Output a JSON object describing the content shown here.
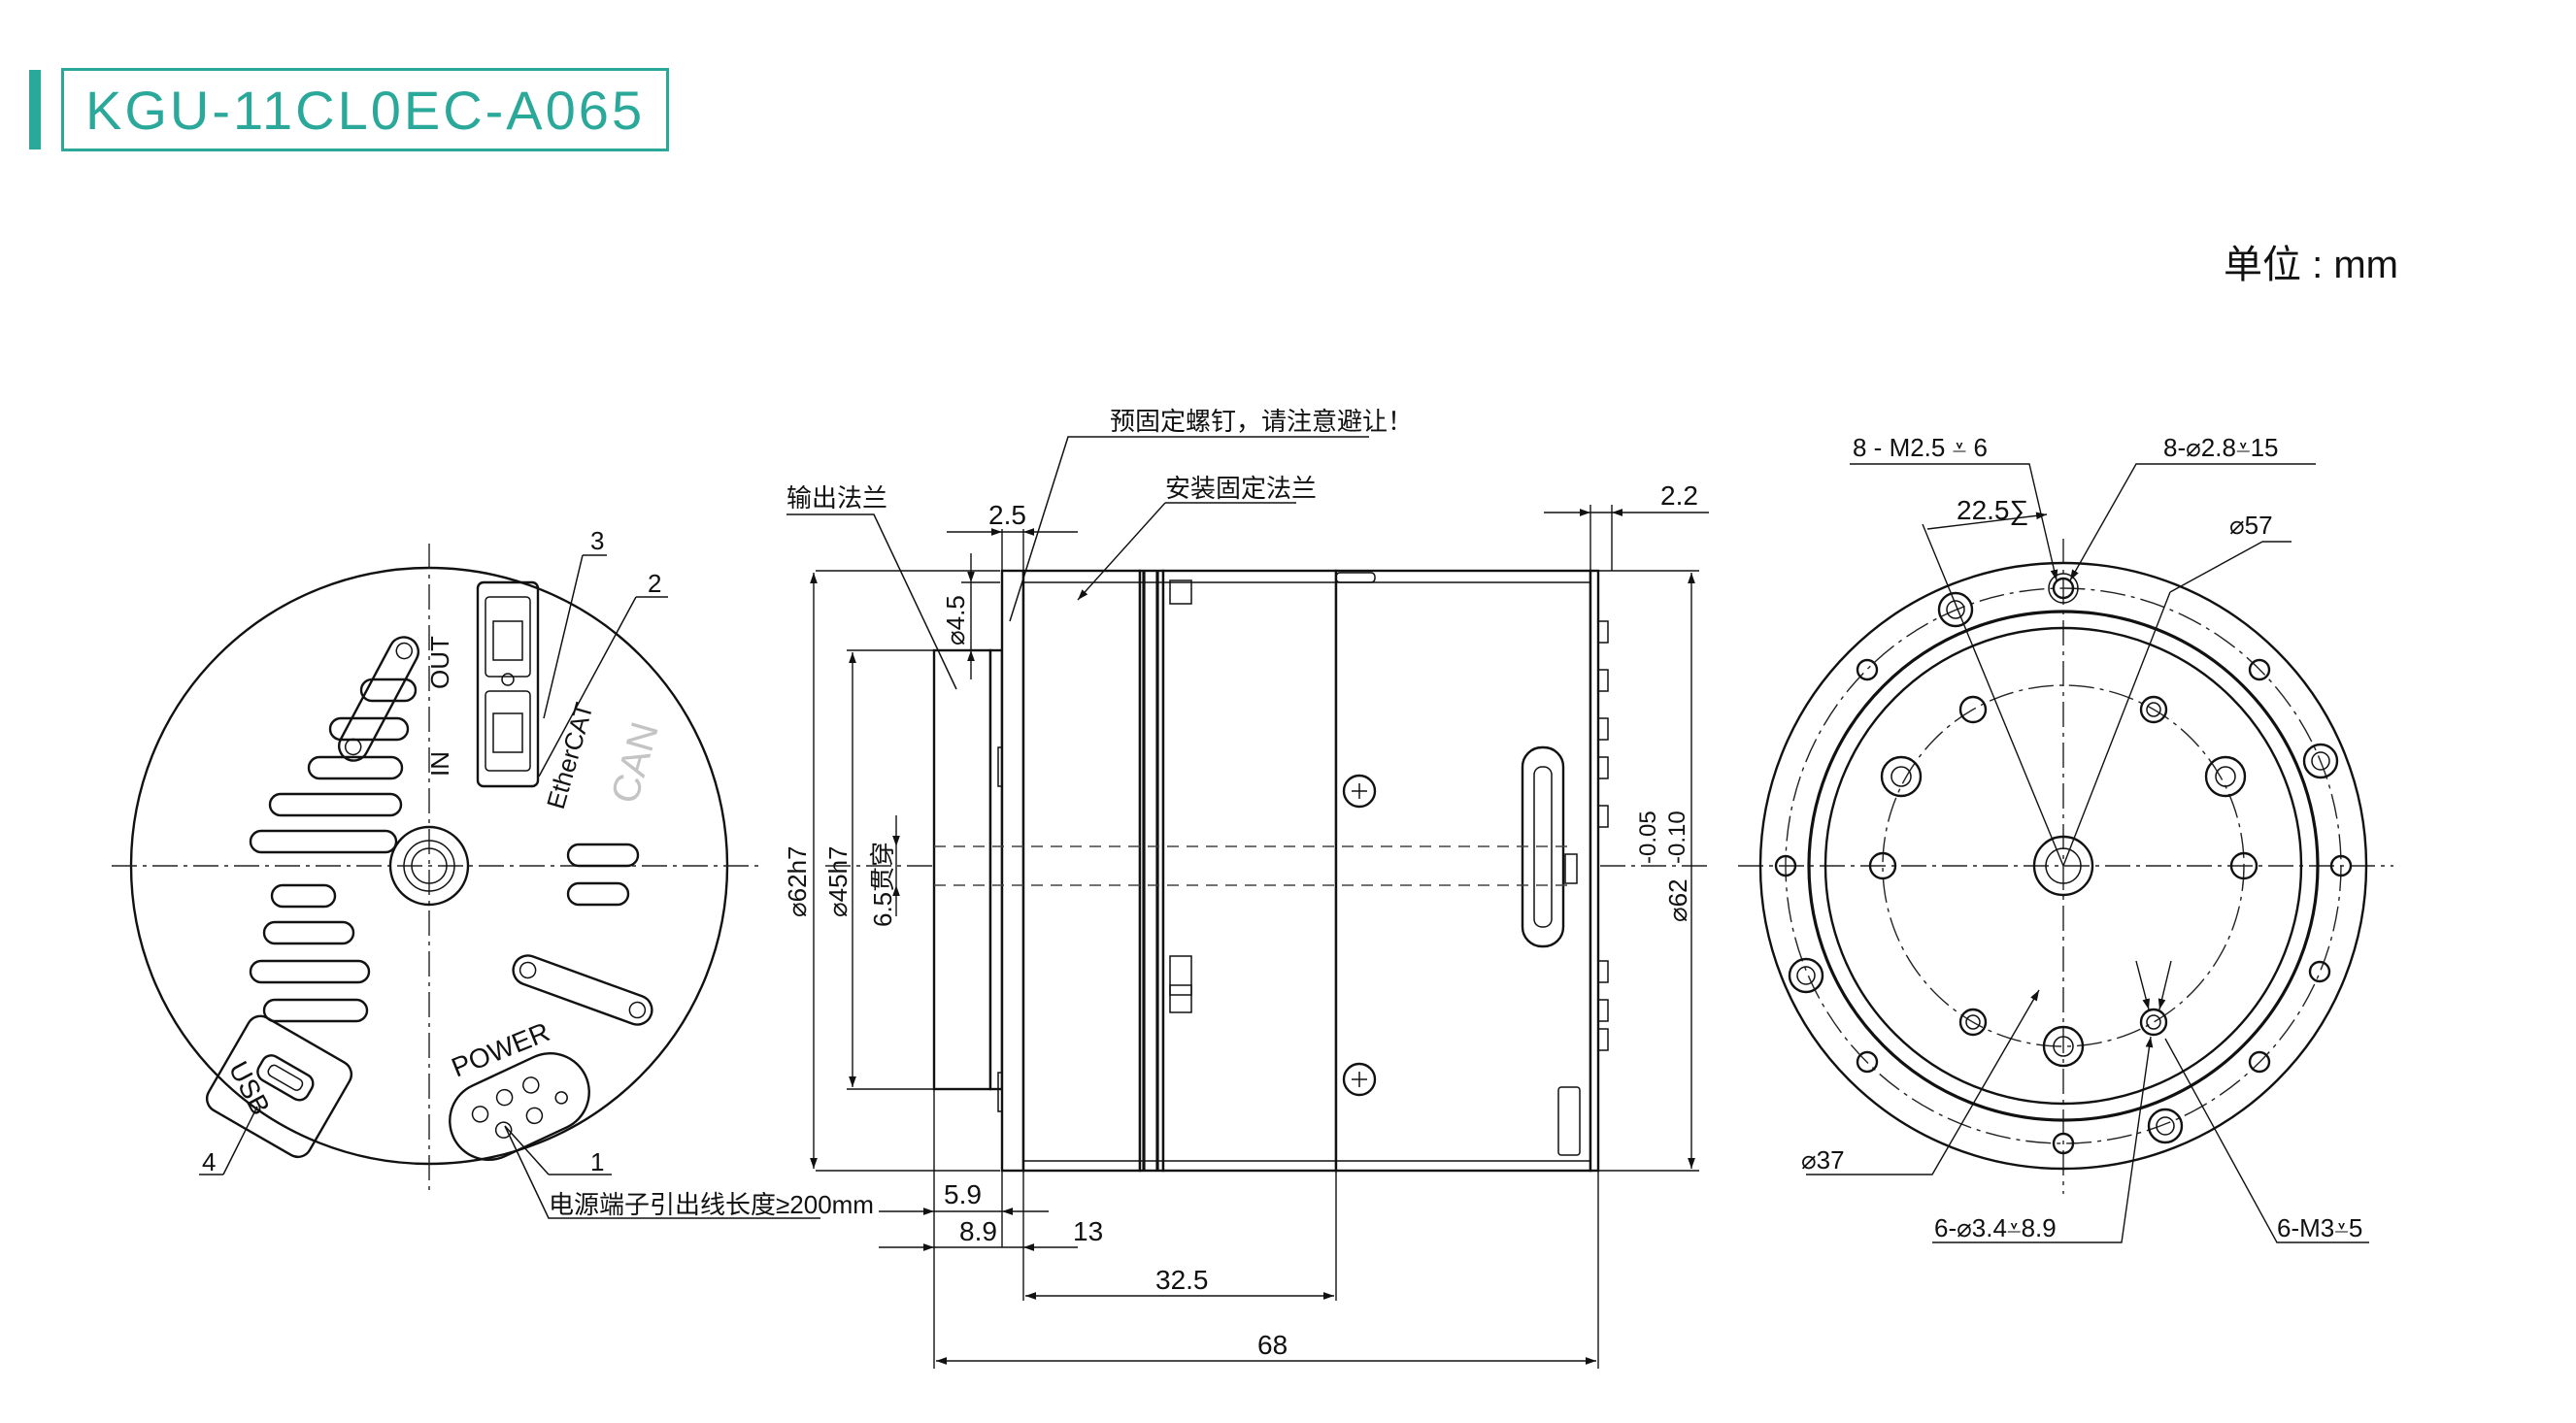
{
  "title": "KGU-11CL0EC-A065",
  "unit_label": "单位 : mm",
  "colors": {
    "accent": "#2aa89a",
    "line": "#111111"
  },
  "front_view": {
    "labels": {
      "out": "OUT",
      "in": "IN",
      "ethercat": "EtherCAT",
      "can": "CAN",
      "usb": "USB",
      "power": "POWER"
    },
    "callouts": [
      "1",
      "2",
      "3",
      "4"
    ],
    "note": "电源端子引出线长度≥200mm"
  },
  "side_view": {
    "notes": {
      "screw_warning": "预固定螺钉，请注意避让！",
      "output_flange": "输出法兰",
      "mount_flange": "安装固定法兰"
    },
    "dims": {
      "d_2_5": "2.5",
      "d_2_2": "2.2",
      "d_4_5": "⌀4.5",
      "d_62h7": "⌀62h7",
      "d_45h7": "⌀45h7",
      "d_6_5": "6.5贯穿",
      "d_62_tol": "⌀62",
      "tol_upper": "-0.05",
      "tol_lower": "-0.10",
      "d_5_9": "5.9",
      "d_8_9": "8.9",
      "d_13": "13",
      "d_32_5": "32.5",
      "d_68": "68"
    }
  },
  "rear_view": {
    "dims": {
      "m25": "8 - M2.5 ⩡ 6",
      "h28": "8-⌀2.8⩡15",
      "angle": "22.5∑",
      "d57": "⌀57",
      "d37": "⌀37",
      "h34": "6-⌀3.4⩡8.9",
      "m3": "6-M3⩡5"
    }
  }
}
